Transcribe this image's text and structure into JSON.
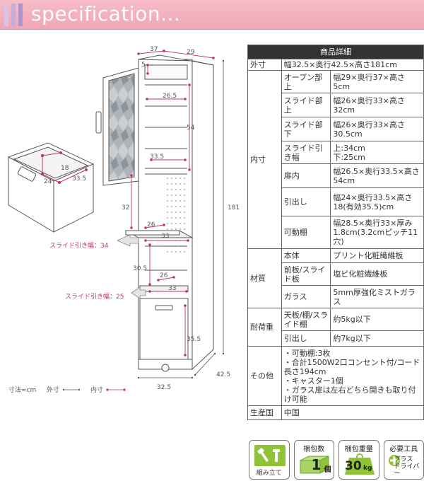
{
  "header": {
    "title": "specification...",
    "bar_colors": [
      "#d9c4e6",
      "#c3aedc",
      "#a996cf"
    ]
  },
  "diagram": {
    "dims": {
      "w37": "37",
      "w29": "29",
      "d5": "5",
      "w26_5": "26.5",
      "h54": "54",
      "w33_5": "33.5",
      "h181": "181",
      "h32": "32",
      "w26a": "26",
      "w33a": "33",
      "slide34": "スライド引き幅：34",
      "h30_5": "30.5",
      "w26b": "26",
      "w33b": "33",
      "slide25": "スライド引き幅：25",
      "h35_5": "35.5",
      "w32_5": "32.5",
      "d42_5": "42.5",
      "drawer18": "18",
      "drawer24": "24",
      "drawer33_5": "33.5"
    },
    "legend": {
      "unit": "寸法=cm",
      "outer": "外寸",
      "inner": "内寸"
    },
    "colors": {
      "line": "#555555",
      "dim": "#c0395a",
      "glass": "#9aa3a8"
    }
  },
  "spec": {
    "header": "商品詳細",
    "rows": {
      "outer": {
        "label": "外寸",
        "value": "幅32.5×奥行42.5×高さ181cm"
      },
      "inner": {
        "label": "内寸",
        "items": [
          {
            "sub": "オープン部上",
            "value": "幅29×奥行37×高さ5cm"
          },
          {
            "sub": "スライド部上",
            "value": "幅26×奥行33×高さ32cm"
          },
          {
            "sub": "スライド部下",
            "value": "幅26×奥行33×高さ30.5cm"
          },
          {
            "sub": "スライド引き幅",
            "value": "上:34cm\n下:25cm"
          },
          {
            "sub": "扉内",
            "value": "幅26.5×奥行33.5×高さ54cm"
          },
          {
            "sub": "引出し",
            "value": "幅24×奥行33.5×高さ18(有効35.5)cm"
          },
          {
            "sub": "可動棚",
            "value": "幅28.5×奥行33×厚み1.8cm(3.2cmピッチ11穴)"
          }
        ]
      },
      "material": {
        "label": "材質",
        "items": [
          {
            "sub": "本体",
            "value": "プリント化粧繊維板"
          },
          {
            "sub": "前板/スライド板",
            "value": "塩ビ化粧繊維板"
          },
          {
            "sub": "ガラス",
            "value": "5mm厚強化ミストガラス"
          }
        ]
      },
      "load": {
        "label": "耐荷重",
        "items": [
          {
            "sub": "天板/棚/スライド棚",
            "value": "約5kg以下"
          },
          {
            "sub": "引出し",
            "value": "約7kg以下"
          }
        ]
      },
      "other": {
        "label": "その他",
        "value": "・可動棚:3枚\n・合計1500W2口コンセント付/コード長さ194cm\n・キャスター1個\n・ガラス扉は左右どちら開きも取り付け可能"
      },
      "origin": {
        "label": "生産国",
        "value": "中国"
      }
    }
  },
  "icons": {
    "assembly": {
      "label": "組み立て"
    },
    "packages": {
      "label": "梱包数",
      "value": "1",
      "unit": "個"
    },
    "weight": {
      "label": "梱包重量",
      "value": "30",
      "unit": "kg"
    },
    "tools": {
      "label": "必要工具",
      "value": "プラス\nドライバー"
    }
  }
}
